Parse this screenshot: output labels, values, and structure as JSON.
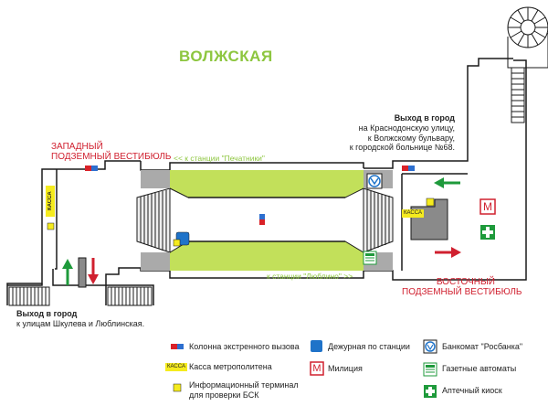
{
  "map": {
    "title": "ВОЛЖСКАЯ",
    "west_vestibule": [
      "ЗАПАДНЫЙ",
      "ПОДЗЕМНЫЙ ВЕСТИБЮЛЬ"
    ],
    "east_vestibule": [
      "ВОСТОЧНЫЙ",
      "ПОДЗЕМНЫЙ ВЕСТИБЮЛЬ"
    ],
    "to_pechatniki": "<< к станции \"Печатники\"",
    "to_lyublino": "к станции \"Люблино\" >>",
    "exit_east": {
      "title": "Выход в город",
      "lines": [
        "на Краснодонскую улицу,",
        "к Волжскому бульвару,",
        "к городской больнице №68."
      ]
    },
    "exit_west": {
      "title": "Выход в город",
      "lines": [
        "к улицам Шкулева и Люблинская."
      ]
    },
    "kassa_label": "КАССА",
    "militia_letter": "М"
  },
  "legend": {
    "emergency": "Колонна экстренного вызова",
    "duty": "Дежурная по станции",
    "atm": "Банкомат \"Росбанка\"",
    "kassa_icon": "КАССА",
    "kassa": "Касса метрополитена",
    "militia": "Милиция",
    "newspaper": "Газетные автоматы",
    "terminal": [
      "Информационный терминал",
      "для проверки БСК"
    ],
    "pharmacy": "Аптечный киоск"
  },
  "colors": {
    "platform": "#c2e05a",
    "emergency_red": "#d92128",
    "emergency_blue": "#2d6fcf",
    "duty_blue": "#1f73c9",
    "kassa_yellow": "#f5eb1e",
    "militia_red": "#d0202f",
    "green_arrow": "#1e9a3b",
    "red_arrow": "#d0202f",
    "title_green": "#8dc63f"
  }
}
